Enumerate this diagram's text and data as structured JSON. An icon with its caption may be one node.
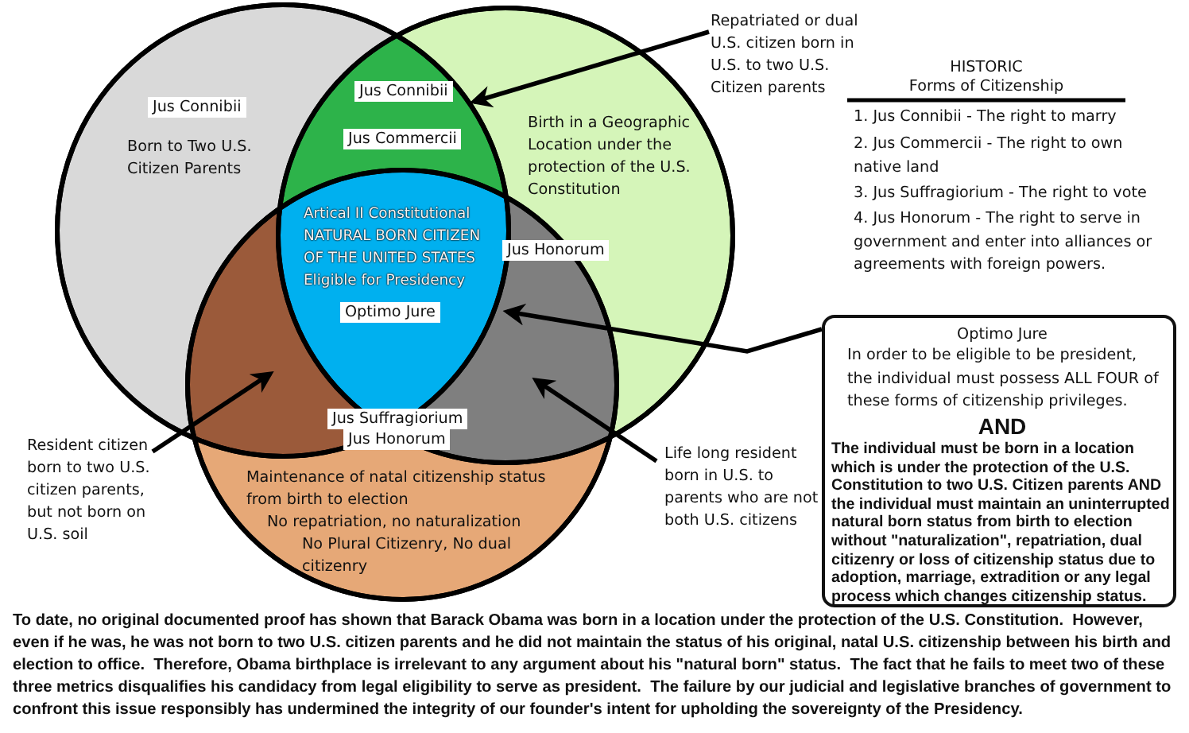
{
  "diagram": {
    "caption": "To date, no original documented proof has shown that Barack Obama was born in a location under the protection of the U.S. Constitution.  However, even if he was, he was not born to two U.S. citizen parents and he did not maintain the status of his original, natal U.S. citizenship between his birth and election to office.  Therefore, Obama birthplace is irrelevant to any argument about his \"natural born\" status.  The fact that he fails to meet two of these three metrics disqualifies his candidacy from legal eligibility to serve as president.  The failure by our judicial and legislative branches of government to confront this issue responsibly has undermined the integrity of our founder's intent for upholding the sovereignty of the Presidency.",
    "nodes": [
      {
        "text": [
          "Jus Connibii",
          "Born to Two U.S. Citizen Parents"
        ]
      },
      {
        "text": [
          "Jus Connibii",
          "Jus Commercii"
        ]
      },
      {
        "text": [
          "Birth in a Geographic Location under the protection of the U.S. Constitution"
        ]
      },
      {
        "text": [
          "Repatriated or dual U.S. citizen born in U.S. to two U.S. Citizen parents"
        ]
      },
      {
        "text": [
          "Artical II Constitutional NATURAL BORN CITIZEN OF THE UNITED STATES Eligible for Presidency",
          "Optimo Jure"
        ]
      },
      {
        "text": [
          "Optimo Jure",
          "In order to be eligible to be president, the individual must possess ALL FOUR of these forms of citizenship privileges.",
          "AND",
          "The individual must be born in a location which is under the protection of the U.S. Constitution to two U.S. Citizen parents AND the individual must maintain an uninterrupted natural born status from birth to election without \"naturalization\", repatriation, dual citizenry or loss of citizenship status due to adoption, marriage, extradition or any legal process which changes citizenship status."
        ]
      },
      {
        "text": [
          "Resident citizen born to two U.S. citizen parents, but not born on U.S. soil"
        ]
      },
      {
        "text": [
          "Life long resident born in U.S. to parents who are not both U.S. citizens"
        ]
      },
      {
        "text": [
          "Maintenance of natal citizenship status from birth to election",
          "No repatriation, no naturalization",
          "No Plural Citizenry, No dual citizenry"
        ]
      },
      {
        "text": [
          "Jus Honorum"
        ]
      },
      {
        "text": [
          "Jus Suffragiorium",
          "Jus Honorum"
        ]
      }
    ],
    "edges": [
      {
        "from": 3,
        "to": 1,
        "arrow": "to"
      },
      {
        "from": 6,
        "to": null,
        "arrow": "to"
      },
      {
        "from": 7,
        "to": null,
        "arrow": "to"
      },
      {
        "from": 5,
        "to": 4,
        "arrow": "to"
      }
    ],
    "labels": [
      "HISTORIC",
      "Forms of Citizenship",
      "1. Jus Connibii - The right to marry",
      "2. Jus Commercii - The right to own native land",
      "3. Jus Suffragiorium - The right to vote",
      "4. Jus Honorum - The right to serve in government and enter into alliances or agreements with foreign powers."
    ]
  }
}
